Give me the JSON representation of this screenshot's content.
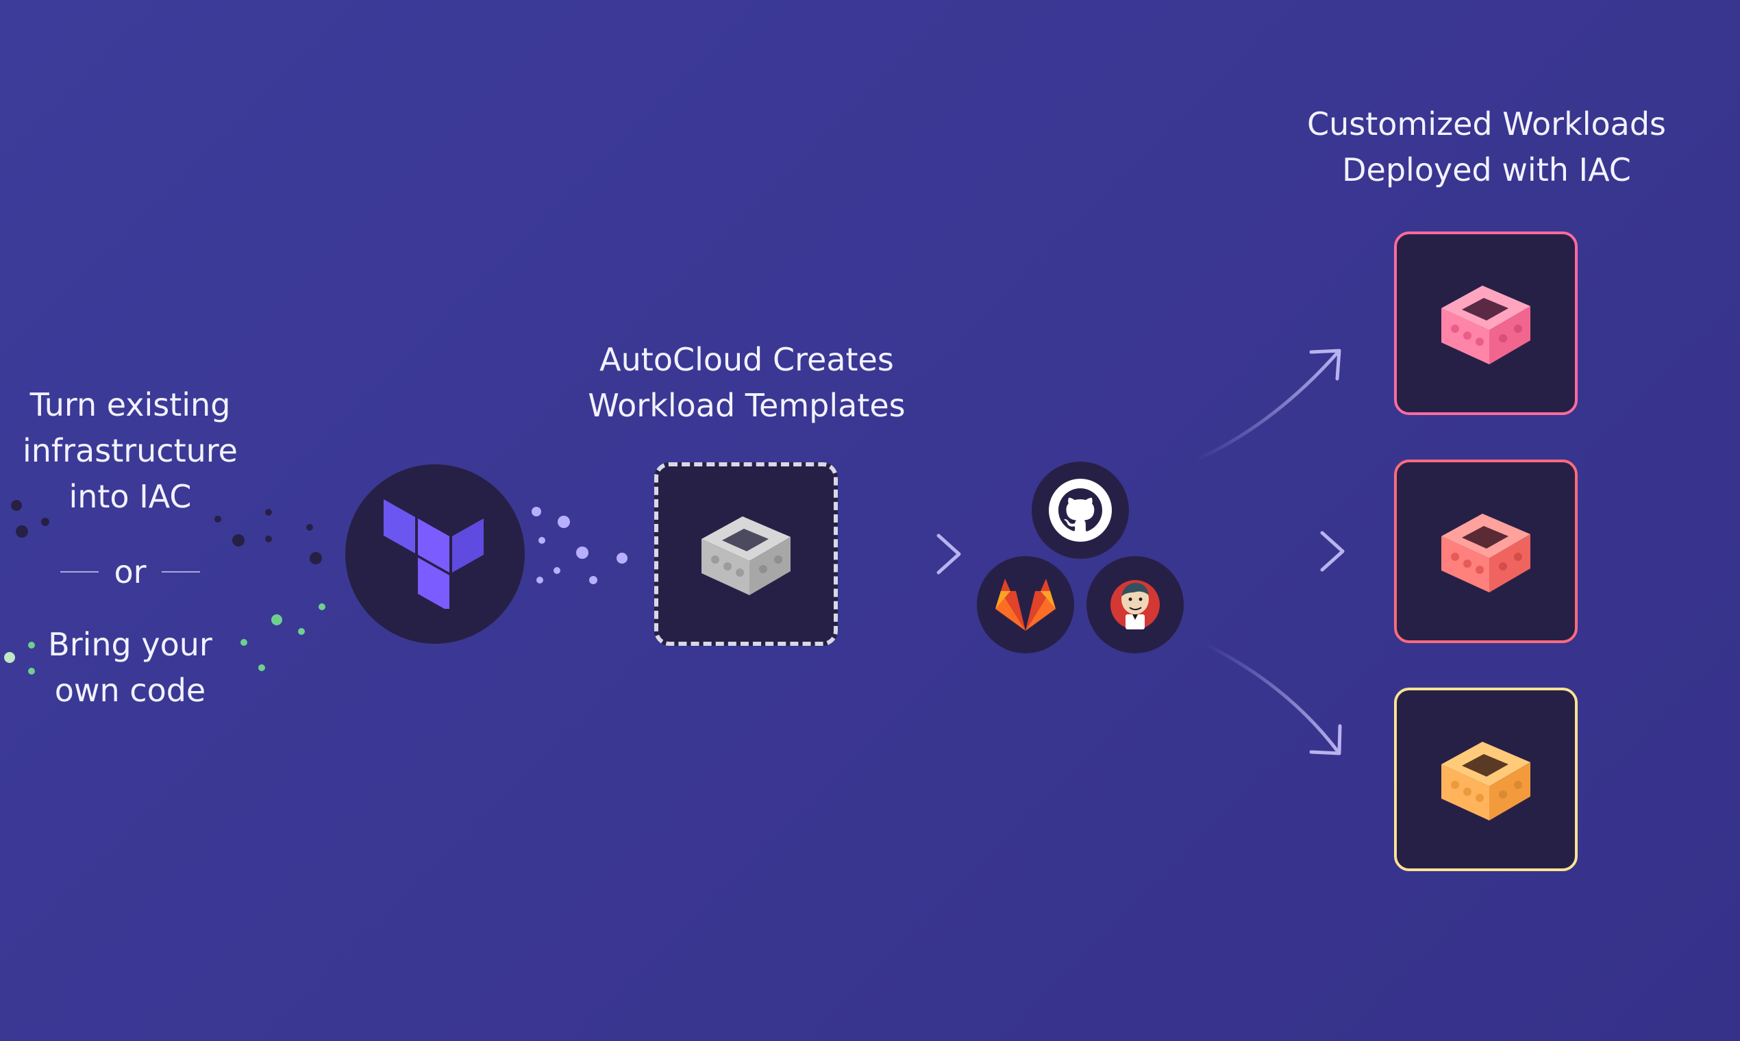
{
  "left": {
    "line1": "Turn existing",
    "line2": "infrastructure",
    "line3": "into IAC",
    "or": "or",
    "line4": "Bring your",
    "line5": "own code"
  },
  "middle": {
    "line1": "AutoCloud Creates",
    "line2": "Workload Templates"
  },
  "right": {
    "line1": "Customized Workloads",
    "line2": "Deployed with IAC"
  },
  "icons": {
    "source": "terraform-icon",
    "template": "gray-block-icon",
    "vcs": [
      "github-icon",
      "gitlab-icon",
      "jenkins-icon"
    ],
    "outputs": [
      "pink-block-icon",
      "coral-block-icon",
      "orange-block-icon"
    ]
  },
  "colors": {
    "background": "#3b3995",
    "card": "#272046",
    "output_borders": [
      "#ff6b9e",
      "#ff6b7e",
      "#fbe394"
    ],
    "block_colors": [
      "#ff8fb1",
      "#ff8a86",
      "#ffb45c"
    ],
    "terraform": "#7b5cff"
  }
}
